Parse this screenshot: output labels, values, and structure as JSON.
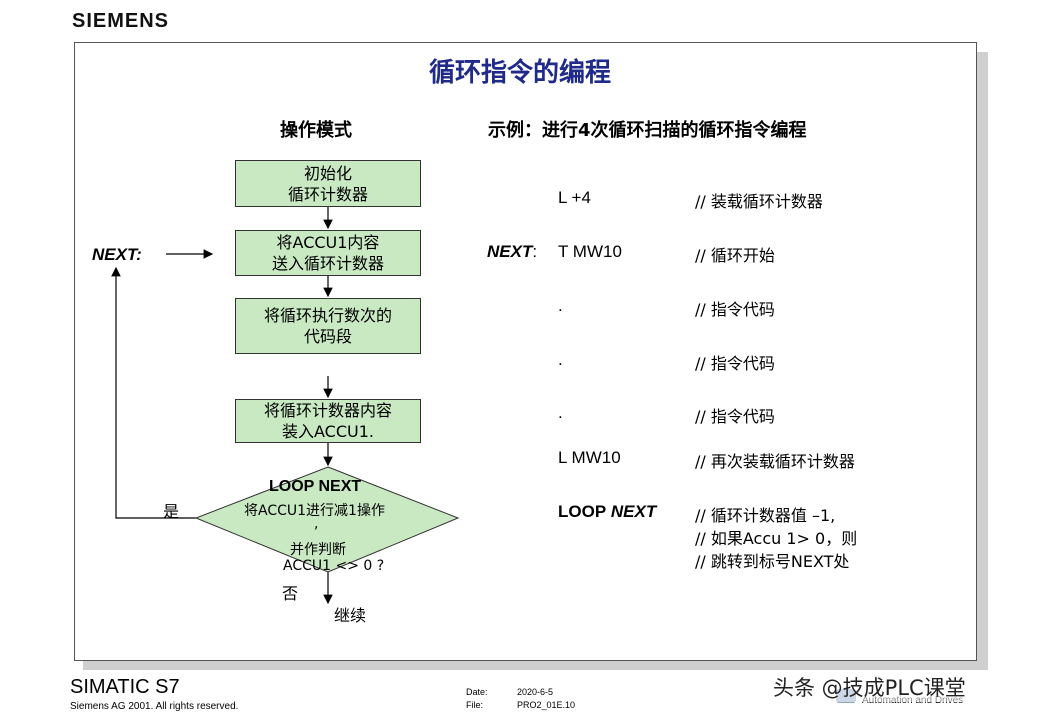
{
  "brand": "SIEMENS",
  "slide": {
    "title": "循环指令的编程",
    "left_heading": "操作模式",
    "right_heading": "示例：进行4次循环扫描的循环指令编程"
  },
  "flow": {
    "box1": [
      "初始化",
      "循环计数器"
    ],
    "box2": [
      "将ACCU1内容",
      "送入循环计数器"
    ],
    "box3": [
      "将循环执行数次的",
      "代码段"
    ],
    "box4": [
      "将循环计数器内容",
      "装入ACCU1."
    ],
    "decision": {
      "title": "LOOP NEXT",
      "line1": "将ACCU1进行减1操作",
      "line2": ",",
      "line3": "并作判断",
      "line4": "ACCU1 <> 0 ?"
    },
    "next_label": "NEXT:",
    "yes_label": "是",
    "no_label": "否",
    "continue_label": "继续"
  },
  "code": {
    "rows": [
      {
        "label": "",
        "instr": "L  +4",
        "comment": "// 装载循环计数器"
      },
      {
        "label": "NEXT",
        "sep": ":",
        "instr": "T  MW10",
        "comment": "// 循环开始"
      },
      {
        "label": "",
        "instr": ".",
        "comment": "// 指令代码"
      },
      {
        "label": "",
        "instr": ".",
        "comment": "// 指令代码"
      },
      {
        "label": "",
        "instr": ".",
        "comment": "// 指令代码"
      },
      {
        "label": "",
        "instr": "L  MW10",
        "comment": "// 再次装载循环计数器"
      }
    ],
    "loop_instr_a": "LOOP",
    "loop_instr_b": "NEXT",
    "loop_comments": [
      "// 循环计数器值 –1,",
      "// 如果Accu 1> 0，则",
      "// 跳转到标号NEXT处"
    ]
  },
  "footer": {
    "product": "SIMATIC S7",
    "copyright": "Siemens AG 2001. All rights reserved.",
    "date_label": "Date:",
    "date_value": "2020-6-5",
    "file_label": "File:",
    "file_value": "PRO2_01E.10",
    "right_text": "Automation and Drives",
    "watermark": "头条 @技成PLC课堂"
  }
}
